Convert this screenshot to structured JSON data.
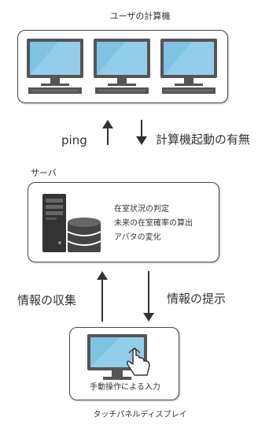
{
  "labels": {
    "user_computers": "ユーザの計算機",
    "server": "サーバ",
    "touch_panel": "タッチパネルディスプレイ"
  },
  "arrows": {
    "ping": "ping",
    "startup": "計算機起動の有無",
    "collect": "情報の収集",
    "present": "情報の提示"
  },
  "server_functions": [
    "在室状況の判定",
    "未来の在室確率の算出",
    "アバタの変化"
  ],
  "touch_caption": "手動操作による入力",
  "colors": {
    "screen": "#7fc3e3",
    "monitor_frame": "#555555",
    "border": "#4a4a4a",
    "arrow": "#333333"
  },
  "icons": [
    "monitor-icon",
    "server-tower-icon",
    "database-icon",
    "touch-hand-icon"
  ]
}
